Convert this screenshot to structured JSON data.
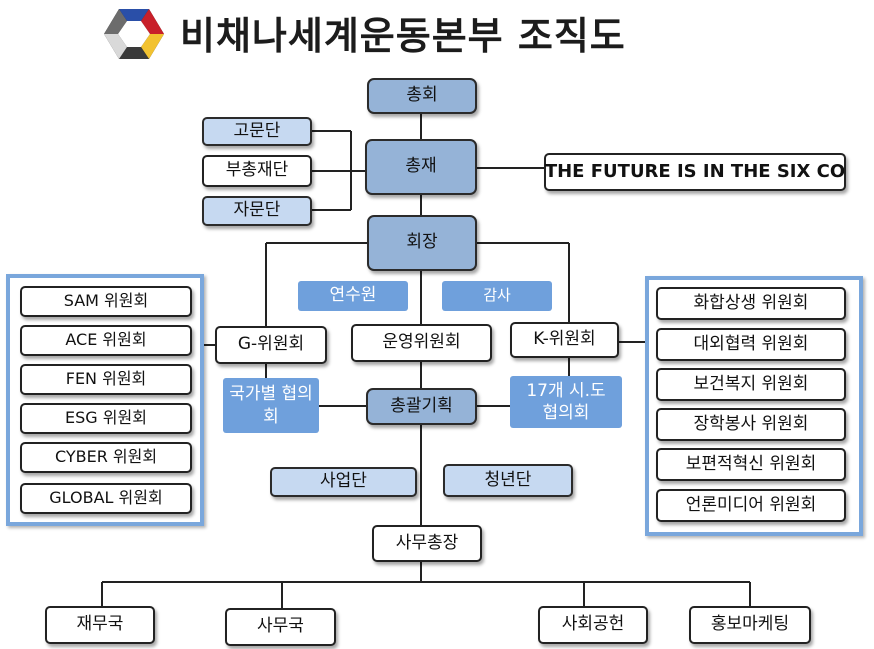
{
  "title": "비채나세계운동본부 조직도",
  "logo": {
    "name": "hexagon-logo",
    "colors": [
      "#2a4fa8",
      "#c8202a",
      "#f2c230",
      "#1d1d1d",
      "#d9d9d9"
    ]
  },
  "colors": {
    "dark_box": "#95b3d7",
    "light_box": "#c6d9f1",
    "panel_border": "#7aa7dc",
    "label_fill": "#6fa0dc"
  },
  "top": {
    "assembly": "총회",
    "president": "총재",
    "chairman": "회장",
    "slogan": "THE FUTURE IS IN THE SIX CO"
  },
  "advisors": [
    "고문단",
    "부총재단",
    "자문단"
  ],
  "mid": {
    "training": "연수원",
    "audit": "감사",
    "g_committee": "G-위원회",
    "operations": "운영위원회",
    "k_committee": "K-위원회",
    "national": "국가별 협의회",
    "coordination": "총괄기획",
    "regional": "17개 시.도 협의회",
    "business": "사업단",
    "youth": "청년단",
    "secretary_general": "사무총장"
  },
  "left_committees": [
    "SAM 위원회",
    "ACE 위원회",
    "FEN 위원회",
    "ESG 위원회",
    "CYBER 위원회",
    "GLOBAL 위원회"
  ],
  "right_committees": [
    "화합상생 위원회",
    "대외협력 위원회",
    "보건복지 위원회",
    "장학봉사 위원회",
    "보편적혁신 위원회",
    "언론미디어 위원회"
  ],
  "bureaus": [
    "재무국",
    "사무국",
    "사회공헌",
    "홍보마케팅"
  ]
}
